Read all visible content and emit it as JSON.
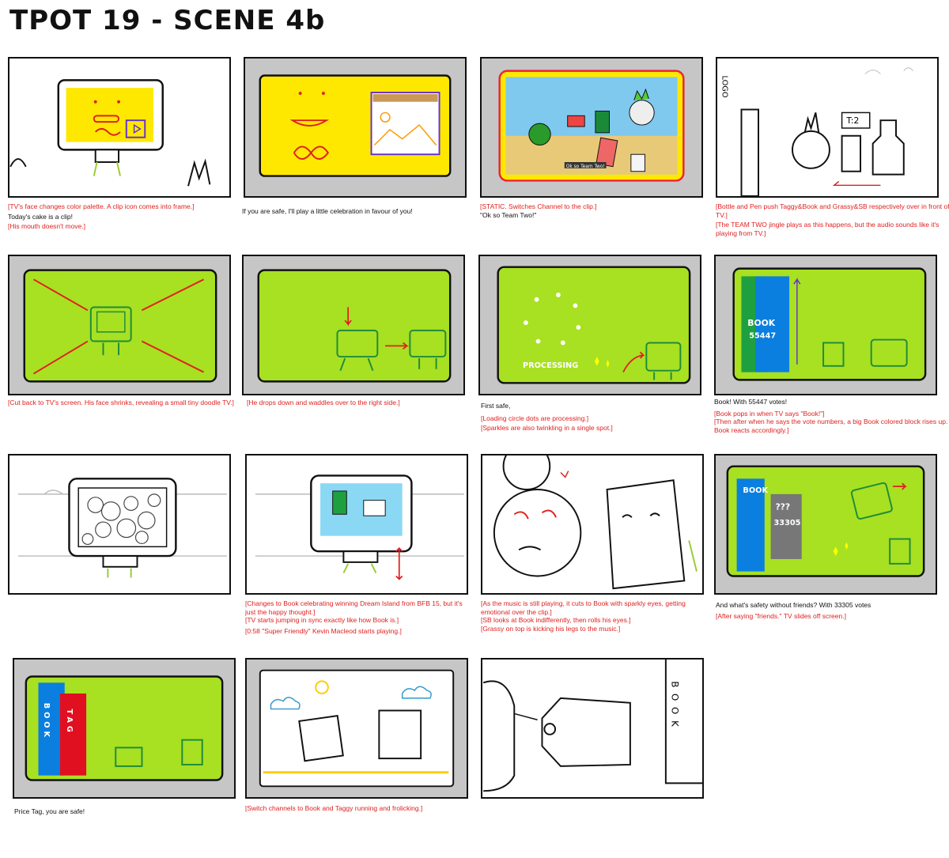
{
  "title": "TPOT 19 - SCENE 4b",
  "panels": [
    {
      "notes": [
        "[TV's face changes color palette. A clip icon comes into frame.]"
      ],
      "dialogue": "Today's cake is a clip!",
      "notes2": [
        "[His mouth doesn't move.]"
      ]
    },
    {
      "notes": [],
      "dialogue": "If you are safe, I'll play a little celebration in favour of you!",
      "notes2": []
    },
    {
      "notes": [
        "[STATIC. Switches Channel to the clip.]"
      ],
      "dialogue": "\"Ok so Team Two!\"",
      "notes2": []
    },
    {
      "notes": [
        "[Bottle and Pen push Taggy&Book and Grassy&SB respectively over in front of TV.]",
        "[The TEAM TWO jingle plays as this happens, but the audio sounds like it's playing from TV.]"
      ],
      "dialogue": "",
      "notes2": []
    },
    {
      "notes": [
        "[Cut back to TV's screen. His face shrinks, revealing a small tiny doodle TV.]"
      ],
      "dialogue": "",
      "notes2": []
    },
    {
      "notes": [
        "[He drops down and waddles over to the right side.]"
      ],
      "dialogue": "",
      "notes2": []
    },
    {
      "notes": [],
      "dialogue": "First safe,",
      "notes2": [
        "[Loading circle dots are processing.]",
        "[Sparkles are also twinkling in a single spot.]"
      ]
    },
    {
      "notes": [],
      "dialogue": "Book! With 55447 votes!",
      "notes2": [
        "[Book pops in when TV says \"Book!\"]",
        "[Then after when he says the vote numbers, a big Book colored block rises up. Book reacts accordingly.]"
      ]
    },
    {
      "notes": [],
      "dialogue": "",
      "notes2": []
    },
    {
      "notes": [
        "[Changes to Book celebrating winning Dream Island from BFB 15, but it's just the happy thought.]",
        "[TV starts jumping in sync exactly like how Book is.]",
        "[0:58 \"Super Friendly\" Kevin Macleod starts playing.]"
      ],
      "dialogue": "",
      "notes2": []
    },
    {
      "notes": [
        "[As the music is still playing, it cuts to Book with sparkly eyes, getting emotional over the clip.]",
        "[SB looks at Book indifferently, then rolls his eyes.]",
        "[Grassy on top is kicking his legs to the music.]"
      ],
      "dialogue": "",
      "notes2": []
    },
    {
      "notes": [],
      "dialogue": "And what's safety without friends? With 33305 votes",
      "notes2": [
        "[After saying \"friends.\" TV slides off screen.]"
      ]
    },
    {
      "notes": [],
      "dialogue": "Price Tag, you are safe!",
      "notes2": []
    },
    {
      "notes": [
        "[Switch channels to Book and Taggy running and frolicking.]"
      ],
      "dialogue": "",
      "notes2": []
    },
    {
      "notes": [],
      "dialogue": "",
      "notes2": []
    }
  ],
  "drawn_text": {
    "processing": "PROCESSING",
    "book_votes_label": "BOOK",
    "book_votes": "55447",
    "hidden_votes": "???",
    "tag_votes": "33305",
    "timer": "T:2",
    "logo": "LOGO",
    "clip_caption": "Ok so Team Two!",
    "book_letters": "BOOK",
    "tag_letters": "TAG"
  },
  "colors": {
    "screen_green": "#a8e022",
    "screen_yellow": "#ffe800",
    "note_red": "#e02020",
    "book_blue": "#0a7fe0",
    "book_green": "#1fa040",
    "tag_red": "#e01020"
  }
}
